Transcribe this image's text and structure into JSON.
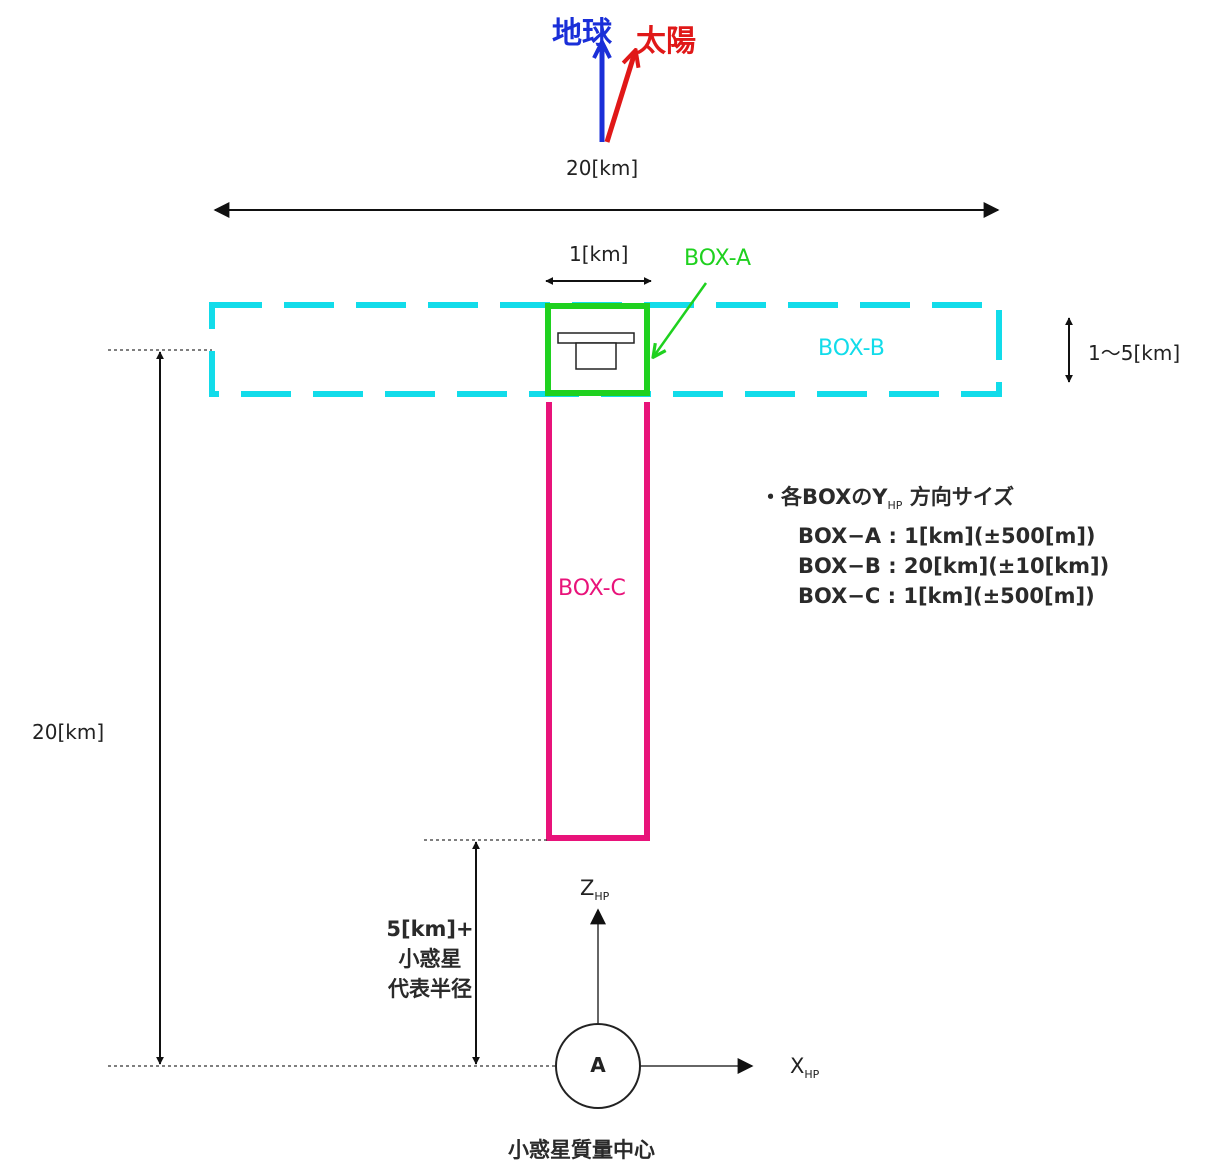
{
  "directions": {
    "earth": "地球",
    "sun": "太陽"
  },
  "dimensions": {
    "top_width": "20[km]",
    "box_a_width": "1[km]",
    "thickness": "1〜5[km]",
    "left_height": "20[km]"
  },
  "boxes": {
    "a": {
      "label": "BOX-A",
      "color": "#1fd11f"
    },
    "b": {
      "label": "BOX-B",
      "color": "#12dcea"
    },
    "c": {
      "label": "BOX-C",
      "color": "#e8137a"
    }
  },
  "notes": {
    "heading_prefix": "・各BOXのY",
    "heading_sub": "HP",
    "heading_suffix": " 方向サイズ",
    "lines": [
      "BOX−A : 1[km](±500[m])",
      "BOX−B : 20[km](±10[km])",
      "BOX−C : 1[km](±500[m])"
    ]
  },
  "axes": {
    "z_main": "Z",
    "z_sub": "HP",
    "x_main": "X",
    "x_sub": "HP"
  },
  "offset_label": [
    "5[km]+",
    "小惑星",
    "代表半径"
  ],
  "center": {
    "symbol": "A",
    "label": "小惑星質量中心"
  },
  "colors": {
    "earth_arrow": "#1a2fd8",
    "sun_arrow": "#e01818"
  }
}
